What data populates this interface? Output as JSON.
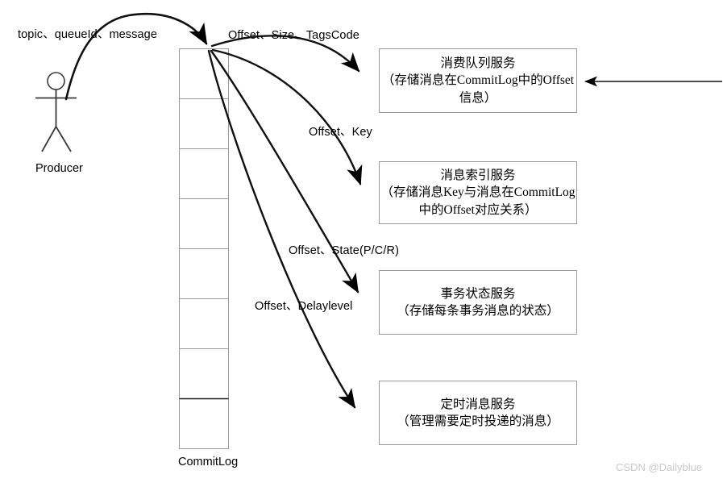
{
  "diagram": {
    "title_watermark": "CSDN @Dailyblue",
    "actor": {
      "label": "Producer",
      "icon": "stick-figure-icon"
    },
    "commitlog": {
      "label": "CommitLog",
      "cell_count": 8
    },
    "edge_labels": {
      "producer_to_commitlog": "topic、queueId、message",
      "to_consume_queue": "Offset、Size、TagsCode",
      "to_message_index": "Offset、Key",
      "to_transaction_state": "Offset、State(P/C/R)",
      "to_scheduled_message": "Offset、Delaylevel"
    },
    "services": [
      {
        "id": "consume-queue-service",
        "line1": "消费队列服务",
        "line2": "（存储消息在CommitLog中的Offset",
        "line3": "信息）"
      },
      {
        "id": "message-index-service",
        "line1": "消息索引服务",
        "line2": "（存储消息Key与消息在CommitLog",
        "line3": "中的Offset对应关系）"
      },
      {
        "id": "transaction-state-service",
        "line1": "事务状态服务",
        "line2": "（存储每条事务消息的状态）",
        "line3": ""
      },
      {
        "id": "scheduled-message-service",
        "line1": "定时消息服务",
        "line2": "（管理需要定时投递的消息）",
        "line3": ""
      }
    ],
    "colors": {
      "stroke": "#000000",
      "box_border": "#9a9a9a",
      "background": "#ffffff",
      "watermark": "#c9c9c9"
    }
  }
}
